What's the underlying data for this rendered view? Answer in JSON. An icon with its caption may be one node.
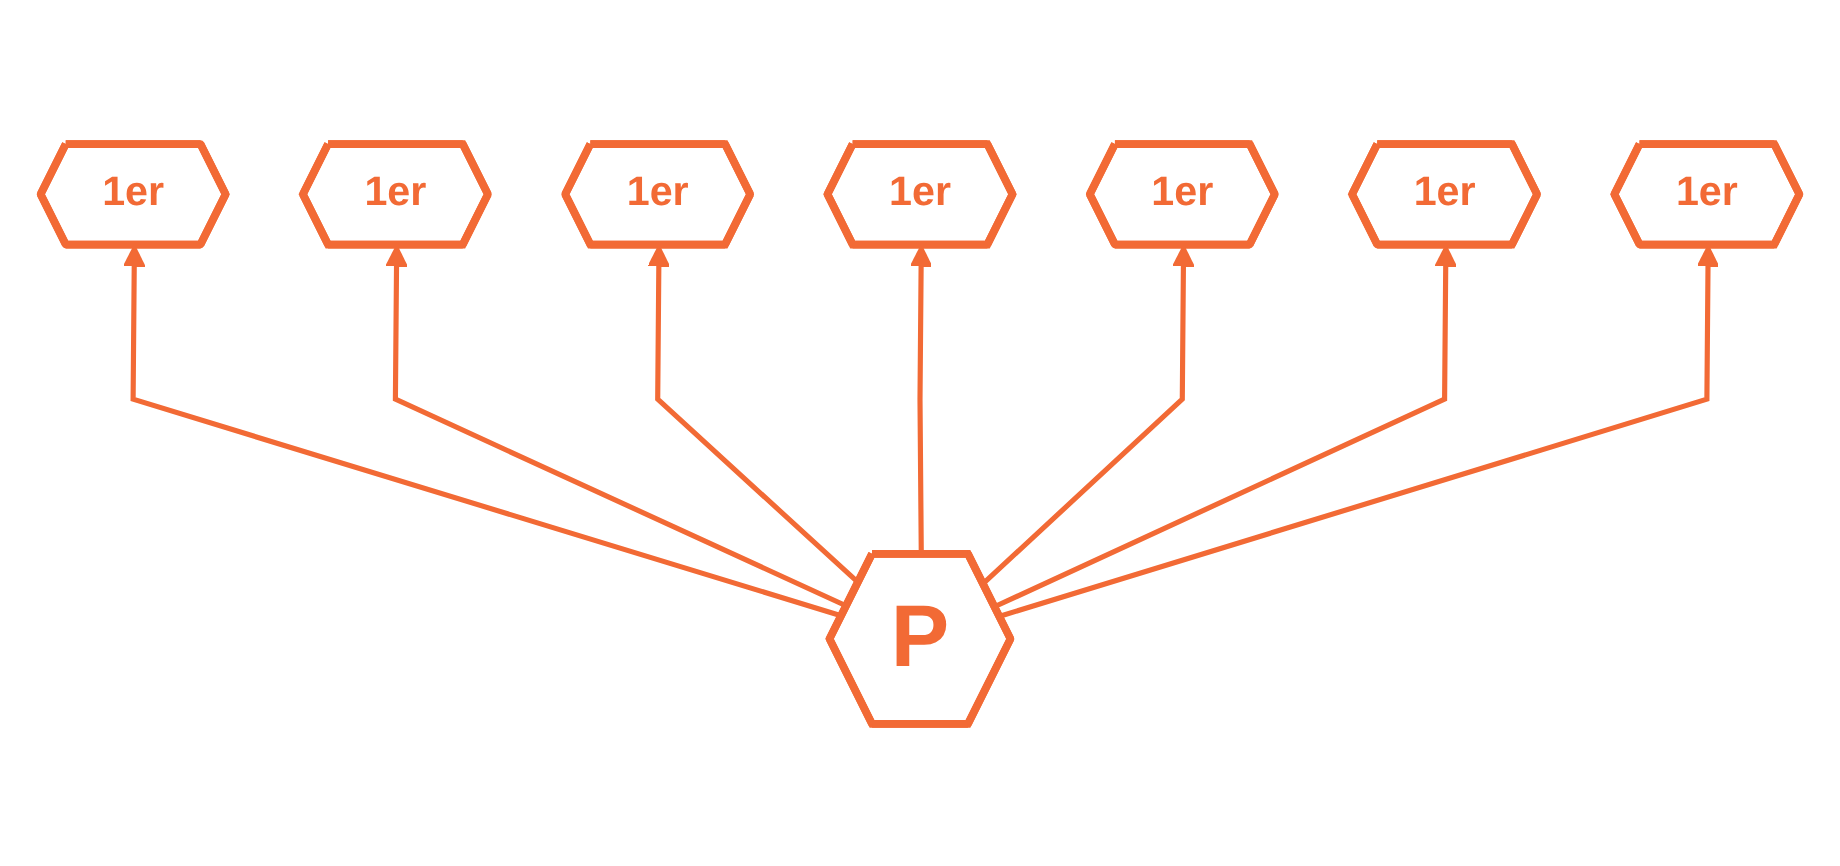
{
  "diagram": {
    "nodes": [
      {
        "text": [
          "1er"
        ]
      },
      {
        "text": [
          "1er"
        ]
      },
      {
        "text": [
          "1er"
        ]
      },
      {
        "text": [
          "1er"
        ]
      },
      {
        "text": [
          "1er"
        ]
      },
      {
        "text": [
          "1er"
        ]
      },
      {
        "text": [
          "P"
        ]
      },
      {
        "text": [
          "1er"
        ]
      }
    ],
    "edges": [
      {
        "from": 6,
        "to": 5,
        "arrow": "to"
      },
      {
        "from": 6,
        "to": 3,
        "arrow": "to"
      },
      {
        "from": 6,
        "to": 1,
        "arrow": "to"
      },
      {
        "from": 6,
        "to": 0,
        "arrow": "to"
      },
      {
        "from": 6,
        "to": 2,
        "arrow": "to"
      },
      {
        "from": 6,
        "to": 4,
        "arrow": "to"
      },
      {
        "from": 6,
        "to": 7,
        "arrow": "to"
      }
    ]
  }
}
